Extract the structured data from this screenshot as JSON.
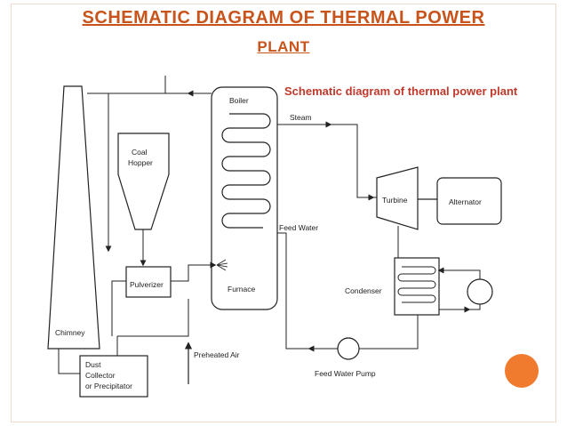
{
  "slide": {
    "title_line1": "Schematic diagram of thermal power",
    "title_line2": "plant"
  },
  "diagram": {
    "heading": "Schematic diagram of thermal power plant",
    "labels": {
      "boiler": "Boiler",
      "steam": "Steam",
      "coal": "Coal",
      "hopper": "Hopper",
      "turbine": "Turbine",
      "alternator": "Alternator",
      "feed_water": "Feed Water",
      "pulverizer": "Pulverizer",
      "furnace": "Furnace",
      "condenser": "Condenser",
      "chimney": "Chimney",
      "preheated_air": "Preheated Air",
      "dust_l1": "Dust",
      "dust_l2": "Collector",
      "dust_l3": "or Precipitator",
      "feed_water_pump": "Feed Water Pump"
    }
  },
  "colors": {
    "title": "#c8541b",
    "heading": "#c0392b",
    "accent_dot": "#f07a2d",
    "line": "#222222"
  }
}
